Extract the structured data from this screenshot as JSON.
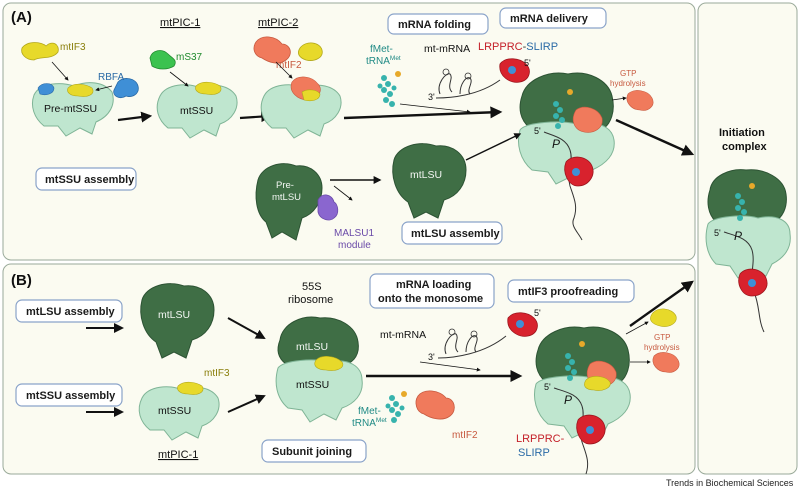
{
  "panels": {
    "a_label": "(A)",
    "b_label": "(B)"
  },
  "panel_a": {
    "mtIF3": "mtIF3",
    "RBFA": "RBFA",
    "pre_mtSSU": "Pre-mtSSU",
    "mtPIC1": "mtPIC-1",
    "mS37": "mS37",
    "mtSSU": "mtSSU",
    "mtPIC2": "mtPIC-2",
    "mtIF2": "mtIF2",
    "mRNA_folding": "mRNA folding",
    "fMet_1": "fMet-",
    "fMet_2": "tRNA",
    "fMet_sup": "Met",
    "mt_mRNA": "mt-mRNA",
    "three_prime": "3'",
    "five_prime": "5'",
    "mRNA_delivery": "mRNA delivery",
    "LRPPRC": "LRPPRC",
    "dash": "-",
    "SLIRP": "SLIRP",
    "gtp1": "GTP",
    "gtp2": "hydrolysis",
    "P": "P",
    "mtSSU_assembly": "mtSSU assembly",
    "pre_mtLSU_1": "Pre-",
    "pre_mtLSU_2": "mtLSU",
    "mtLSU": "mtLSU",
    "MALSU1_1": "MALSU1",
    "MALSU1_2": "module",
    "mtLSU_assembly": "mtLSU assembly"
  },
  "side": {
    "initiation_1": "Initiation",
    "initiation_2": "complex",
    "P": "P",
    "five_prime": "5'"
  },
  "panel_b": {
    "mtLSU_assembly": "mtLSU assembly",
    "mtSSU_assembly": "mtSSU assembly",
    "mtLSU": "mtLSU",
    "mtSSU": "mtSSU",
    "mtIF3": "mtIF3",
    "mtPIC1": "mtPIC-1",
    "ribosome_1": "55S",
    "ribosome_2": "ribosome",
    "mtLSU_r": "mtLSU",
    "mtSSU_r": "mtSSU",
    "subunit_joining": "Subunit joining",
    "mRNA_loading_1": "mRNA loading",
    "mRNA_loading_2": "onto the monosome",
    "mt_mRNA": "mt-mRNA",
    "three_prime": "3'",
    "five_prime": "5'",
    "fMet_1": "fMet-",
    "fMet_2": "tRNA",
    "fMet_sup": "Met",
    "mtIF2": "mtIF2",
    "proofreading": "mtIF3 proofreading",
    "gtp1": "GTP",
    "gtp2": "hydrolysis",
    "P": "P",
    "LRPPRC": "LRPPRC-",
    "SLIRP": "SLIRP"
  },
  "footer": "Trends in Biochemical Sciences",
  "colors": {
    "light_green": "#bfe6cf",
    "dark_green": "#3f6e45",
    "yellow": "#e7d92a",
    "blue": "#3f8fd6",
    "salmon": "#f07a5c",
    "red": "#d8222d",
    "purple": "#8a66cf",
    "teal": "#37b3ad",
    "panel_bg": "#fbfbf1"
  }
}
